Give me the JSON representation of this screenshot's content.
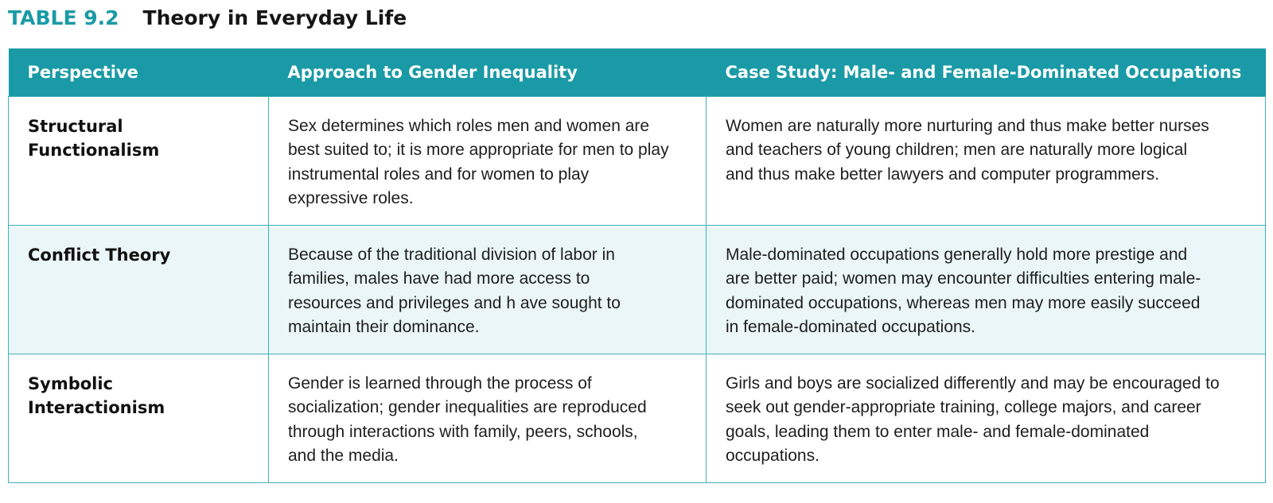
{
  "header": {
    "table_number": "TABLE 9.2",
    "title": "Theory in Everyday Life"
  },
  "table": {
    "columns": [
      "Perspective",
      "Approach to Gender Inequality",
      "Case Study: Male- and Female-Dominated Occupations"
    ],
    "rows": [
      {
        "perspective": "Structural Functionalism",
        "approach": "Sex determines which roles men and women are best suited to; it is more appropriate for men to play instrumental roles and for women to play expressive roles.",
        "case_study": "Women are naturally more nurturing and thus make better nurses and teachers of young children; men are naturally more logical and thus make better lawyers and computer programmers."
      },
      {
        "perspective": "Conflict Theory",
        "approach": "Because of the traditional division of labor in families, males have had more access to resources and privileges and h ave sought to maintain their dominance.",
        "case_study": "Male-dominated occupations generally hold more prestige and are better paid; women may encounter difficulties entering male-dominated occupations, whereas men may more easily succeed in female-dominated occupations."
      },
      {
        "perspective": "Symbolic Interactionism",
        "approach": "Gender is learned through the process of socialization; gender inequalities are reproduced through interactions with family, peers, schools, and the media.",
        "case_study": "Girls and boys are socialized differently and may be encouraged to seek out gender-appropriate training, college majors, and career goals, leading them to enter male- and female-dominated occupations."
      }
    ]
  },
  "colors": {
    "accent": "#1a9aa6",
    "row_alt": "#eaf6f7",
    "border": "#3fb0b9"
  }
}
